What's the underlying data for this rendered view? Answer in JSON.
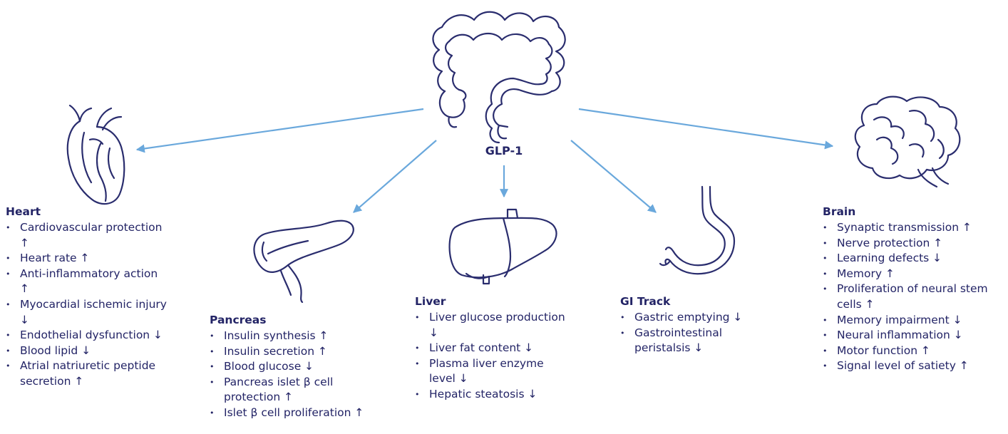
{
  "center": {
    "label": "GLP-1",
    "icon": "colon-icon"
  },
  "colors": {
    "ink": "#232466",
    "arrow": "#6aa8dc"
  },
  "organs": [
    {
      "title": "Heart",
      "icon": "heart-icon",
      "effects": [
        "Cardiovascular protection ↑",
        "Heart rate ↑",
        "Anti-inflammatory action ↑",
        "Myocardial ischemic injury ↓",
        "Endothelial dysfunction ↓",
        "Blood lipid ↓",
        "Atrial natriuretic peptide secretion ↑"
      ]
    },
    {
      "title": "Pancreas",
      "icon": "pancreas-icon",
      "effects": [
        "Insulin synthesis ↑",
        "Insulin secretion ↑",
        "Blood glucose ↓",
        "Pancreas islet β cell protection ↑",
        "Islet β cell proliferation ↑"
      ]
    },
    {
      "title": "Liver",
      "icon": "liver-icon",
      "effects": [
        "Liver glucose production ↓",
        "Liver fat content ↓",
        "Plasma liver enzyme level ↓",
        "Hepatic steatosis ↓"
      ]
    },
    {
      "title": "GI Track",
      "icon": "stomach-icon",
      "effects": [
        "Gastric emptying ↓",
        "Gastrointestinal peristalsis ↓"
      ]
    },
    {
      "title": "Brain",
      "icon": "brain-icon",
      "effects": [
        "Synaptic transmission ↑",
        "Nerve protection ↑",
        "Learning defects ↓",
        "Memory ↑",
        "Proliferation of neural stem cells ↑",
        "Memory impairment ↓",
        "Neural inflammation ↓",
        "Motor function ↑",
        "Signal level of satiety ↑"
      ]
    }
  ]
}
